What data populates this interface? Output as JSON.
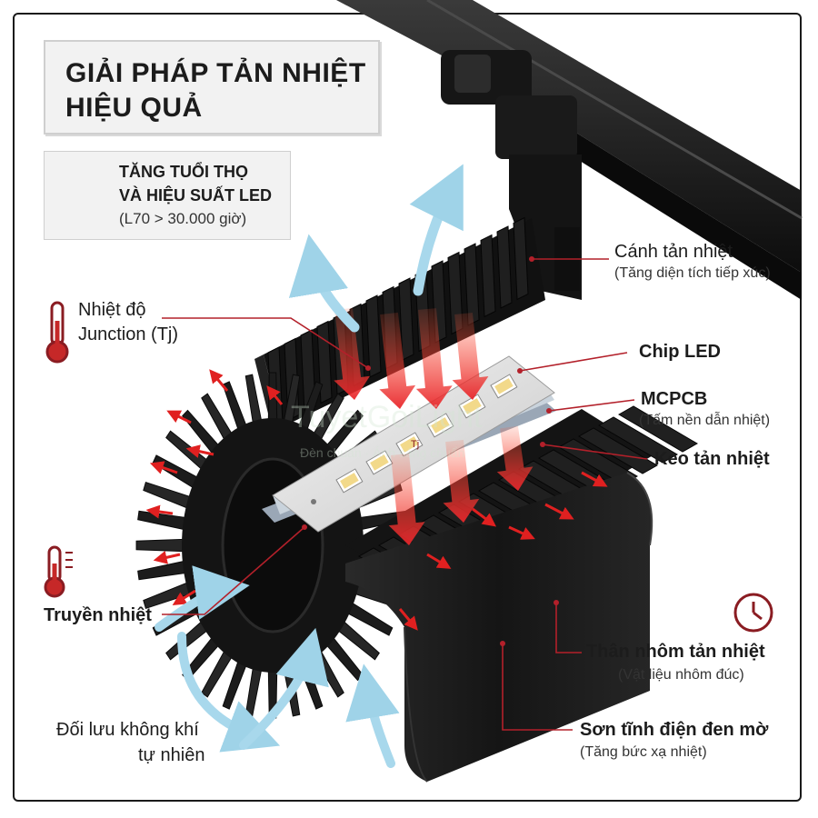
{
  "title": {
    "line1": "GIẢI PHÁP TẢN NHIỆT",
    "line2": "HIỆU QUẢ"
  },
  "lifespan": {
    "line1": "TĂNG TUỔI THỌ",
    "line2": "VÀ HIỆU SUẤT LED",
    "line3": "(L70 > 30.000 giờ)",
    "icon": "clock-arrow-icon"
  },
  "labels": {
    "fins": {
      "title": "Cánh tản nhiệt",
      "sub": "(Tăng diện tích tiếp xúc)"
    },
    "junction": {
      "line1": "Nhiệt độ",
      "line2": "Junction (Tj)"
    },
    "chip": {
      "title": "Chip LED"
    },
    "mcpcb": {
      "title": "MCPCB",
      "sub": "(Tấm nền dẫn nhiệt)"
    },
    "paste": {
      "title": "Keo tản nhiệt"
    },
    "transfer": {
      "title": "Truyền nhiệt"
    },
    "body": {
      "title": "Thân nhôm tản nhiệt",
      "sub": "(Vật liệu nhôm đúc)"
    },
    "convection": {
      "line1": "Đối lưu không khí",
      "line2": "tự nhiên"
    },
    "paint": {
      "title": "Sơn tĩnh điện đen mờ",
      "sub": "(Tăng bức xạ nhiệt)"
    },
    "tj_mark": "Tj"
  },
  "watermark": {
    "line1": "TuyetGoiLight",
    "line2": "Đèn chuẩn · Ánh sáng chuẩn"
  },
  "colors": {
    "accent_red": "#b3202a",
    "heat_red": "#e8262b",
    "air_blue": "#9fd3e8",
    "body_black": "#1b1b1b",
    "chip_yellow": "#f2d98a"
  }
}
